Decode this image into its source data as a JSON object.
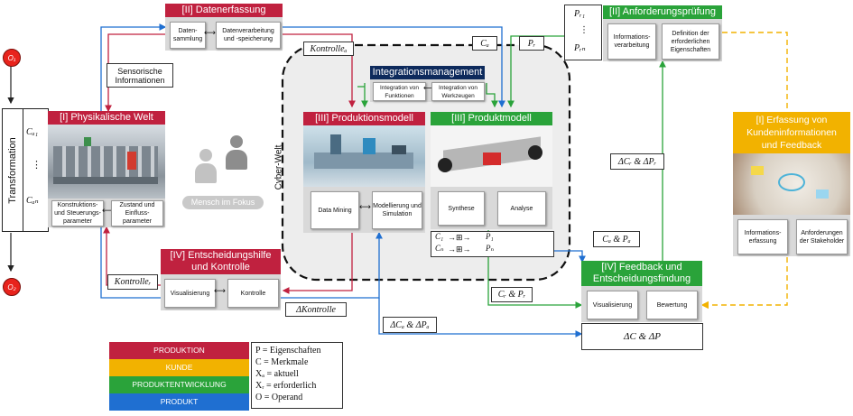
{
  "colors": {
    "produktion": "#c0213f",
    "kunde": "#f2b200",
    "produktentwicklung": "#2aa33a",
    "produkt": "#1f6fd1",
    "integration": "#0d2a5c"
  },
  "operand_in": "O₁",
  "operand_out": "O₂",
  "transformation": {
    "title": "Transformation",
    "c1": "Cₐ₁",
    "dots": "⋮",
    "cn": "Cₐₙ"
  },
  "physical": {
    "title": "[I] Physikalische Welt",
    "b1": "Konstruktions- und Steuerungs-parameter",
    "b2": "Zustand und Einfluss-parameter"
  },
  "data_capture": {
    "title": "[II] Datenerfassung",
    "b1": "Daten-sammlung",
    "b2": "Datenverarbeitung und -speicherung"
  },
  "sensor_label": "Sensorische Informationen",
  "kontrolle_a": "Kontrolleₐ",
  "ca_label": "Cₐ",
  "pr_label": "Pᵣ",
  "integration": {
    "title": "Integrationsmanagement",
    "b1": "Integration von Funktionen",
    "b2": "Integration von Werkzeugen"
  },
  "cyber_world": "Cyber-Welt",
  "production_model": {
    "title": "[III] Produktionsmodell",
    "b1": "Data Mining",
    "b2": "Modellierung und Simulation"
  },
  "product_model": {
    "title": "[III] Produktmodell",
    "b1": "Synthese",
    "b2": "Analyse"
  },
  "mensch": "Mensch im Fokus",
  "formula": {
    "c1": "C₁",
    "cn": "Cₙ",
    "p1": "P₁",
    "pn": "Pₙ",
    "dots": "⋮"
  },
  "requirement": {
    "title": "[II] Anforderungsprüfung",
    "pr1": "Pᵣ₁",
    "dots": "⋮",
    "prn": "Pᵣₙ",
    "b1": "Informations-verarbeitung",
    "b2": "Definition der erforderlichen Eigenschaften"
  },
  "customer": {
    "title": "[I] Erfassung von Kundeninformationen und Feedback",
    "b1": "Informations-erfassung",
    "b2": "Anforderungen der Stakeholder"
  },
  "decision_support": {
    "title": "[IV] Entscheidungshilfe und Kontrolle",
    "b1": "Visualisierung",
    "b2": "Kontrolle"
  },
  "feedback": {
    "title": "[IV] Feedback und Entscheidungsfindung",
    "b1": "Visualisierung",
    "b2": "Bewertung"
  },
  "kontrolle_r": "Kontrolleᵣ",
  "delta_kontrolle": "ΔKontrolle",
  "delta_ca_pa": "ΔCₐ & ΔPₐ",
  "delta_c_p": "ΔC & ΔP",
  "ca_pa": "Cₐ & Pₐ",
  "cr_pr": "Cᵣ & Pᵣ",
  "dcr_dpr": "ΔCᵣ & ΔPᵣ",
  "legend": [
    "PRODUKTION",
    "KUNDE",
    "PRODUKTENTWICKLUNG",
    "PRODUKT"
  ],
  "definitions": [
    "P = Eigenschaften",
    "C = Merkmale",
    "Xₐ = aktuell",
    "Xᵣ = erforderlich",
    "O = Operand"
  ]
}
